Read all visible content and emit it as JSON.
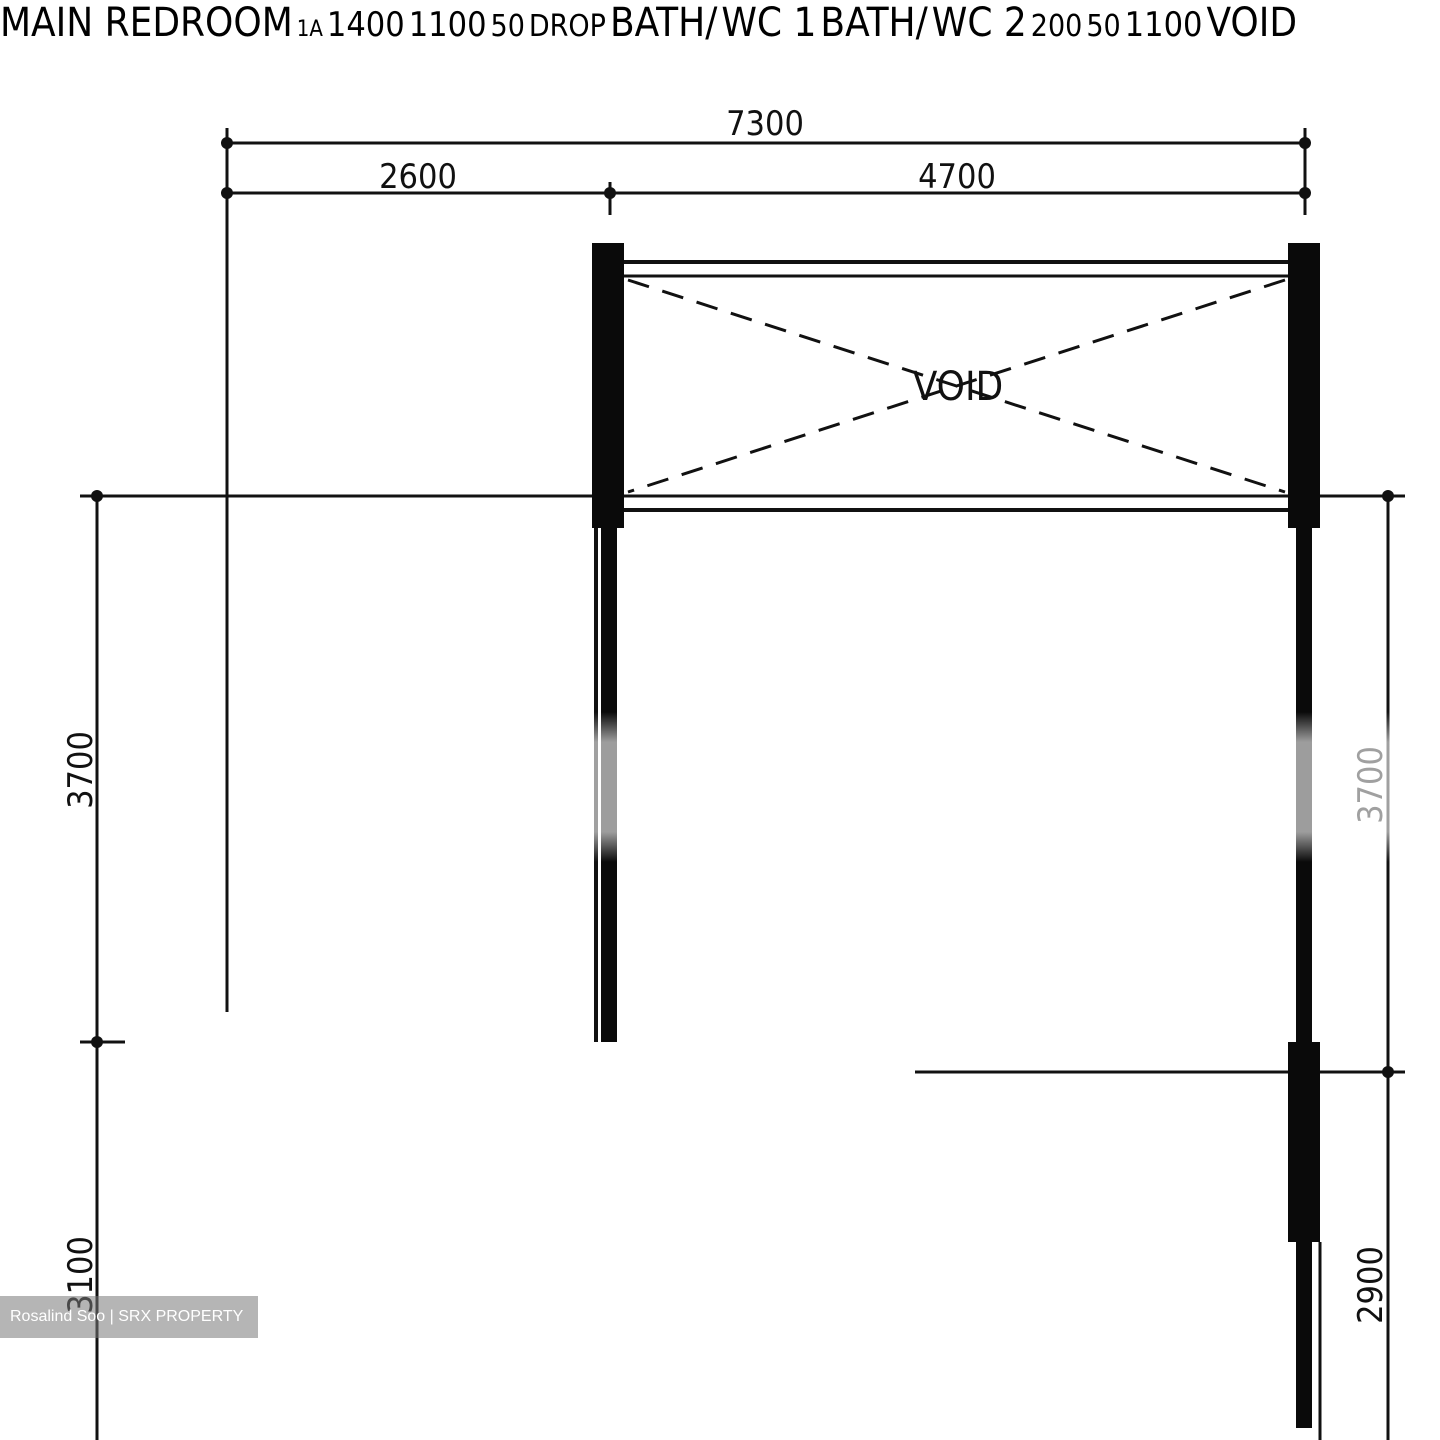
{
  "dimensions": {
    "overall_width": "7300",
    "left_width": "2600",
    "right_width": "4700",
    "left_height": "3700",
    "right_height": "3700",
    "seg_a": "1400",
    "seg_b": "1100",
    "drop_value": "50",
    "drop_label": "DROP",
    "corridor": "1100",
    "right_lower": "2900",
    "left_lower": "3100",
    "bottom_200": "200",
    "bottom_50": "50"
  },
  "rooms": {
    "void_top": "VOID",
    "main_bedroom": "MAIN  REDROOM",
    "main_bedroom_sub": "1A",
    "bath1_line1": "BATH/",
    "bath1_line2": "WC  1",
    "bath2_line1": "BATH/",
    "bath2_line2": "WC  2",
    "void_bottom": "VOID"
  },
  "watermark": "Rosalind Soo | SRX PROPERTY"
}
